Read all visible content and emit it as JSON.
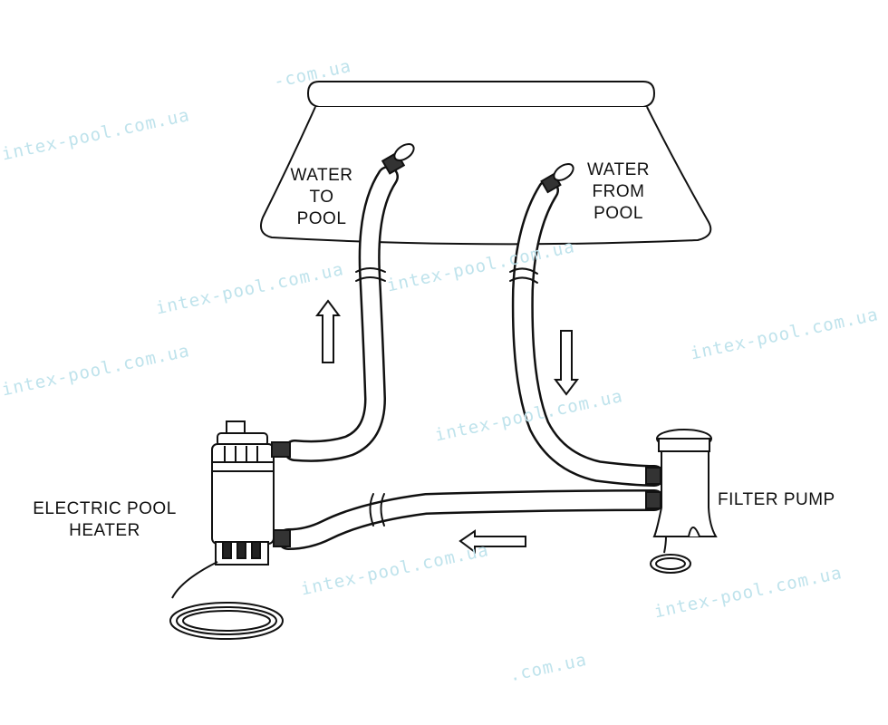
{
  "labels": {
    "water_to_pool": [
      "WATER",
      "TO",
      "POOL"
    ],
    "water_from_pool": [
      "WATER",
      "FROM",
      "POOL"
    ],
    "heater": [
      "ELECTRIC POOL",
      "HEATER"
    ],
    "filter_pump": "FILTER PUMP"
  },
  "watermark": "intex-pool.com.ua",
  "watermark_partial_1": "-com.ua",
  "watermark_partial_2": ".com.ua"
}
